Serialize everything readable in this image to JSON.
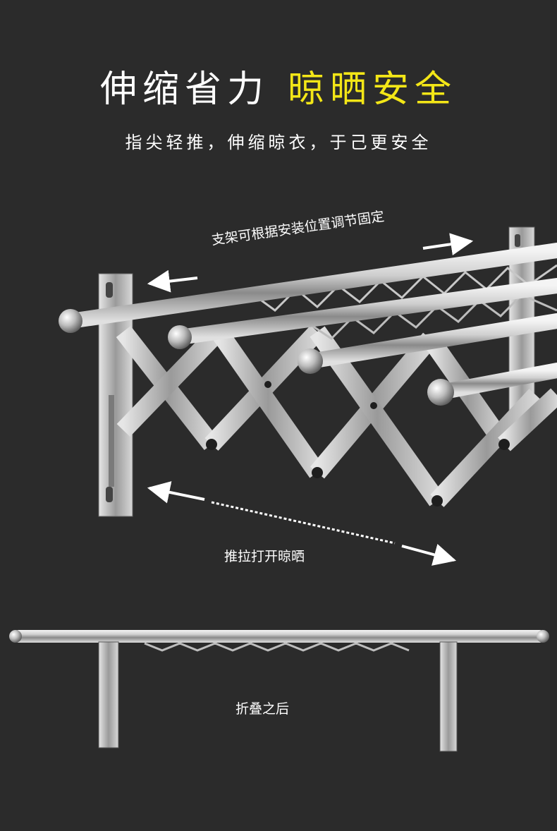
{
  "header": {
    "title_part1": "伸缩省力",
    "title_part2": "晾晒安全",
    "subtitle": "指尖轻推，伸缩晾衣，于己更安全"
  },
  "annotations": {
    "bracket_adjust": "支架可根据安装位置调节固定",
    "push_pull": "推拉打开晾晒",
    "after_fold": "折叠之后"
  },
  "colors": {
    "background": "#2b2b2b",
    "accent_yellow": "#f3e617",
    "text": "#ffffff"
  }
}
